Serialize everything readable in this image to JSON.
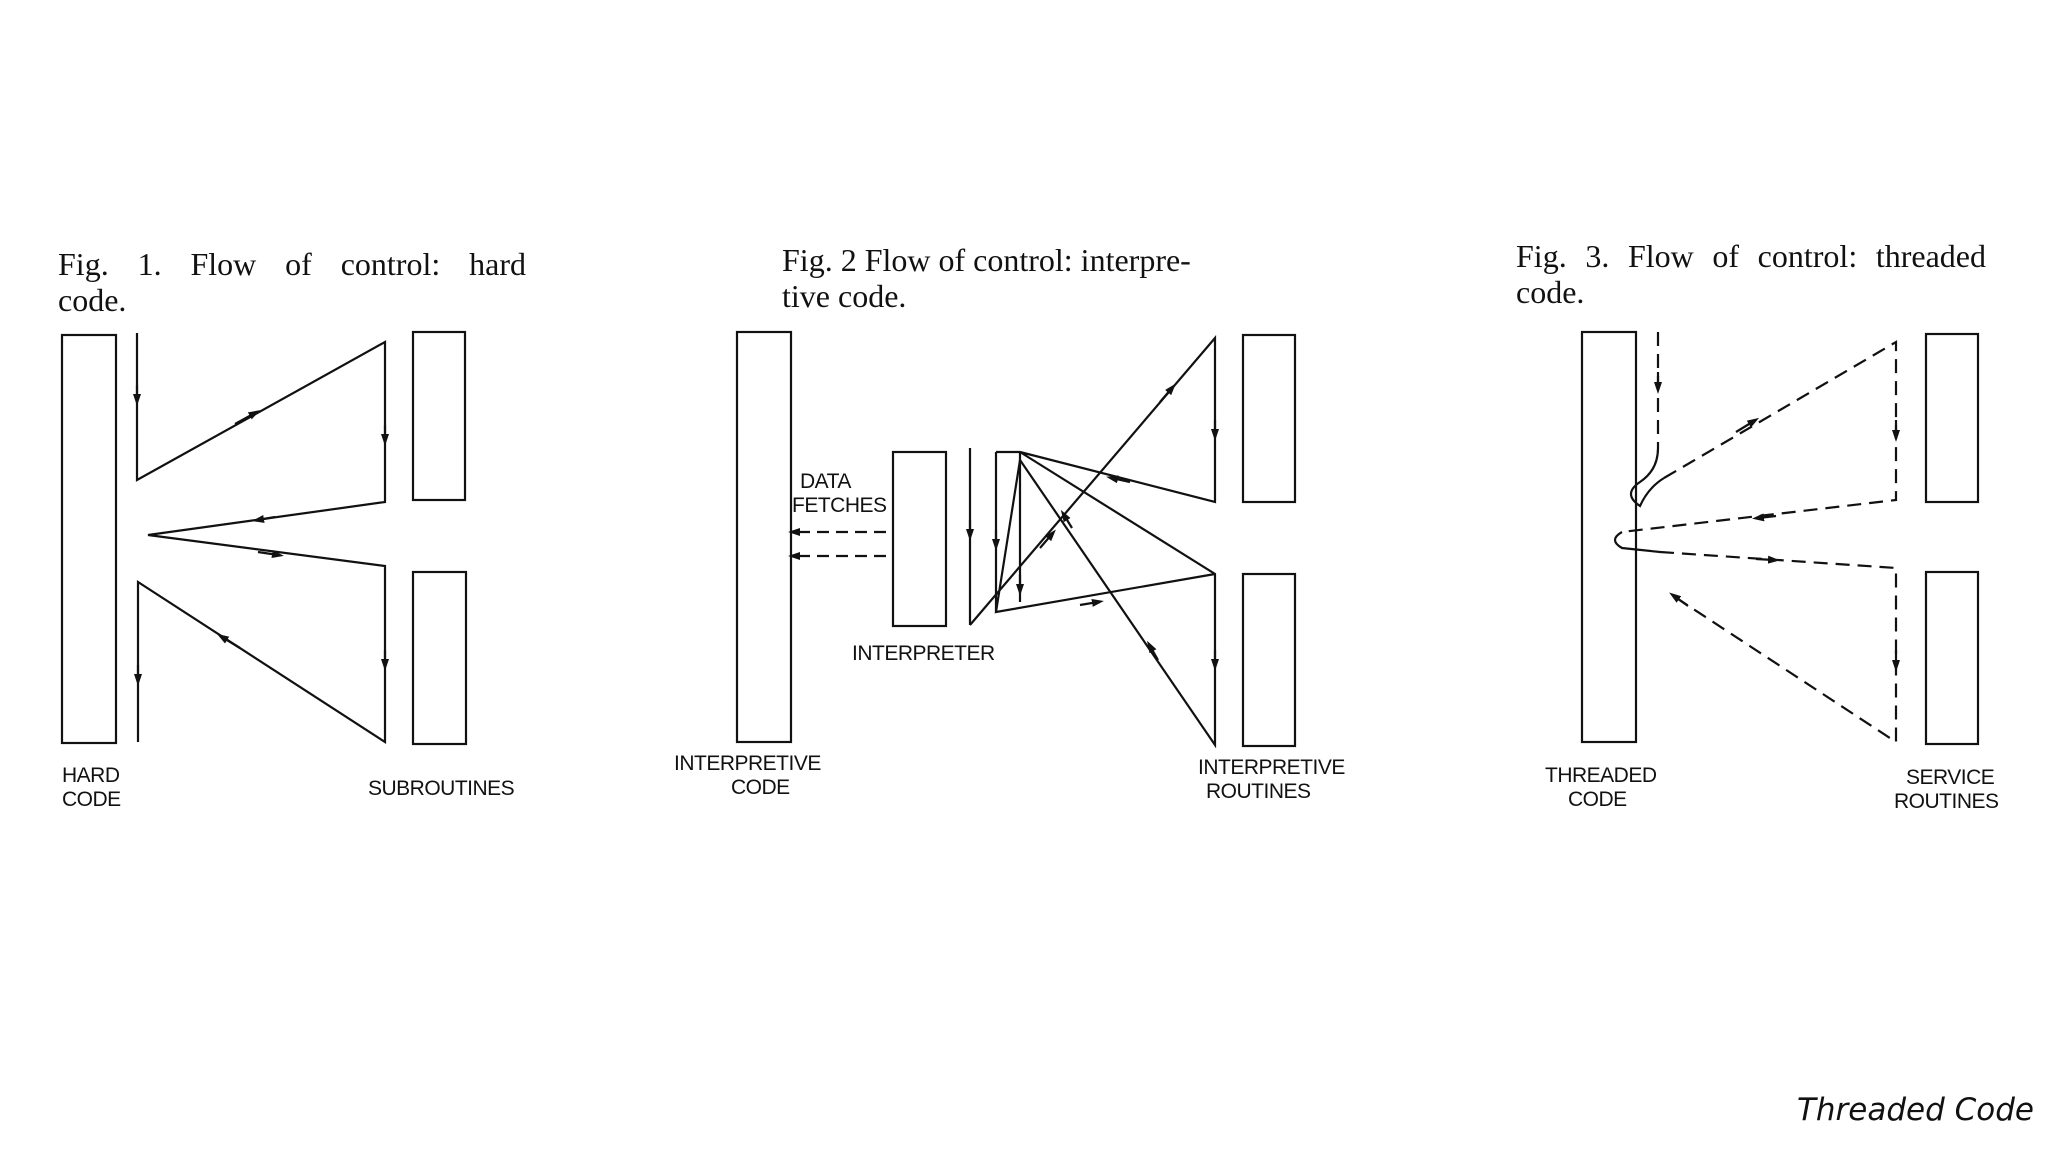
{
  "figures": [
    {
      "caption_line1": "Fig.  1.  Flow  of  control:  hard",
      "caption_line2": "code.",
      "label_left": [
        "HARD",
        "CODE"
      ],
      "label_right": [
        "SUBROUTINES"
      ]
    },
    {
      "caption_line1": "Fig. 2 Flow of control: interpre-",
      "caption_line2": "tive code.",
      "label_data_fetches": [
        "DATA",
        "FETCHES"
      ],
      "label_interpreter": [
        "INTERPRETER"
      ],
      "label_left": [
        "INTERPRETIVE",
        "CODE"
      ],
      "label_right": [
        "INTERPRETIVE",
        "ROUTINES"
      ]
    },
    {
      "caption_line1": "Fig. 3.  Flow of control: threaded",
      "caption_line2": "code.",
      "label_left": [
        "THREADED",
        "CODE"
      ],
      "label_right": [
        "SERVICE",
        "ROUTINES"
      ]
    }
  ],
  "footer": "Threaded Code"
}
